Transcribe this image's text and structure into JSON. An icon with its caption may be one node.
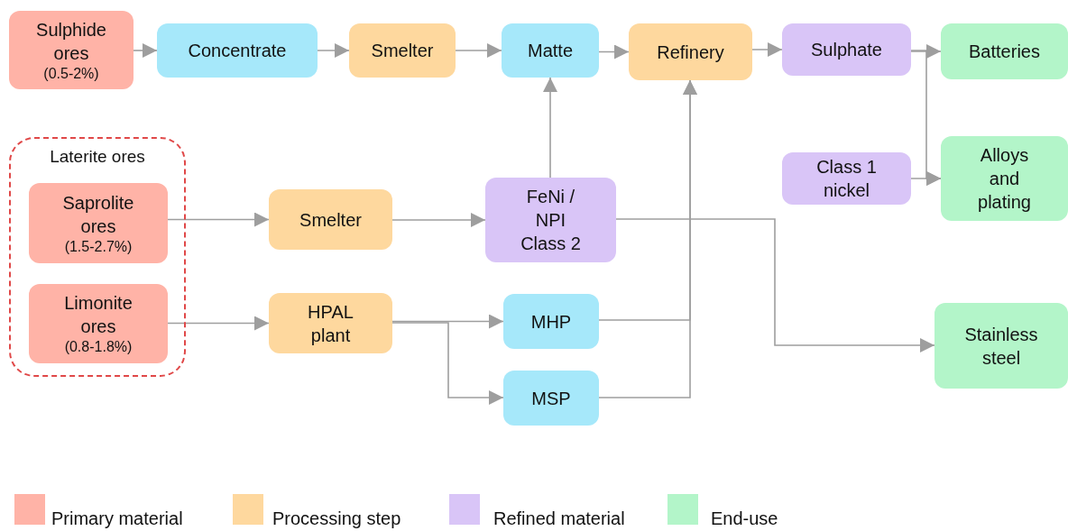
{
  "diagram": {
    "nodes": [
      {
        "text": [
          "Sulphide ores",
          "(0.5-2%)"
        ]
      },
      {
        "text": [
          "Concentrate"
        ]
      },
      {
        "text": [
          "Smelter"
        ]
      },
      {
        "text": [
          "Matte"
        ]
      },
      {
        "text": [
          "Refinery"
        ]
      },
      {
        "text": [
          "Sulphate"
        ]
      },
      {
        "text": [
          "Batteries"
        ]
      },
      {
        "text": [
          "Laterite ores"
        ]
      },
      {
        "text": [
          "Saprolite ores",
          "(1.5-2.7%)"
        ],
        "in": 7
      },
      {
        "text": [
          "Limonite ores",
          "(0.8-1.8%)"
        ],
        "in": 7
      },
      {
        "text": [
          "Smelter"
        ]
      },
      {
        "text": [
          "FeNi / NPI Class 2"
        ]
      },
      {
        "text": [
          "HPAL plant"
        ]
      },
      {
        "text": [
          "MHP"
        ]
      },
      {
        "text": [
          "MSP"
        ]
      },
      {
        "text": [
          "Class 1 nickel"
        ]
      },
      {
        "text": [
          "Alloys and plating"
        ]
      },
      {
        "text": [
          "Stainless steel"
        ]
      }
    ],
    "edges": [
      {
        "from": 0,
        "to": 1,
        "arrow": "to"
      },
      {
        "from": 1,
        "to": 2,
        "arrow": "to"
      },
      {
        "from": 2,
        "to": 3,
        "arrow": "to"
      },
      {
        "from": 3,
        "to": 4,
        "arrow": "to"
      },
      {
        "from": 4,
        "to": 5,
        "arrow": "to"
      },
      {
        "from": 5,
        "to": 6,
        "arrow": "to"
      },
      {
        "from": 5,
        "to": 16,
        "arrow": "to"
      },
      {
        "from": 15,
        "to": 16,
        "arrow": "to"
      },
      {
        "from": 8,
        "to": 10,
        "arrow": "to"
      },
      {
        "from": 10,
        "to": 11,
        "arrow": "to"
      },
      {
        "from": 11,
        "to": 3,
        "arrow": "to"
      },
      {
        "from": 9,
        "to": 12,
        "arrow": "to"
      },
      {
        "from": 12,
        "to": 13,
        "arrow": "to"
      },
      {
        "from": 12,
        "to": 14,
        "arrow": "to"
      },
      {
        "from": 13,
        "to": 4,
        "arrow": "to"
      },
      {
        "from": 14,
        "to": 4,
        "arrow": "to"
      },
      {
        "from": 11,
        "to": 17,
        "arrow": "to"
      }
    ],
    "legend": [
      {
        "text": "Primary material",
        "color": "#ffb3a7"
      },
      {
        "text": "Processing step",
        "color": "#fed89e"
      },
      {
        "text": "Refined material",
        "color": "#d9c5f7"
      },
      {
        "text": "End-use",
        "color": "#b3f5c9"
      }
    ]
  }
}
